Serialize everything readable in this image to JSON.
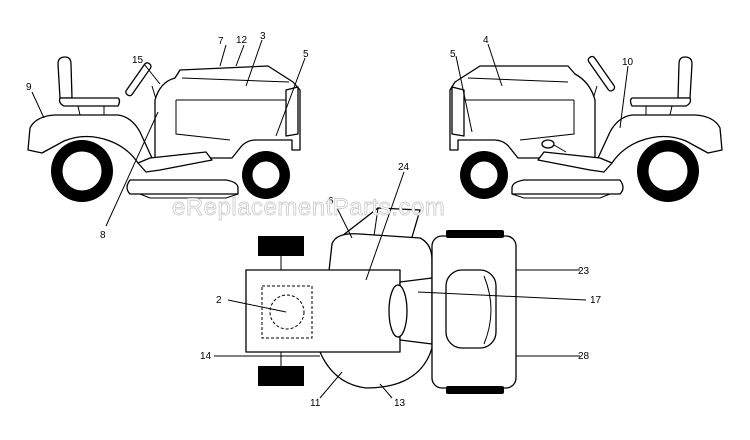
{
  "watermark": "eReplacementParts.com",
  "callouts": {
    "left_view": [
      "7",
      "12",
      "3",
      "15",
      "5",
      "9",
      "8"
    ],
    "right_view": [
      "4",
      "5",
      "10"
    ],
    "top_view": [
      "6",
      "24",
      "2",
      "23",
      "17",
      "14",
      "28",
      "11",
      "13"
    ]
  },
  "colors": {
    "line": "#000000",
    "background": "#ffffff",
    "watermark": "#cfcfcf"
  }
}
